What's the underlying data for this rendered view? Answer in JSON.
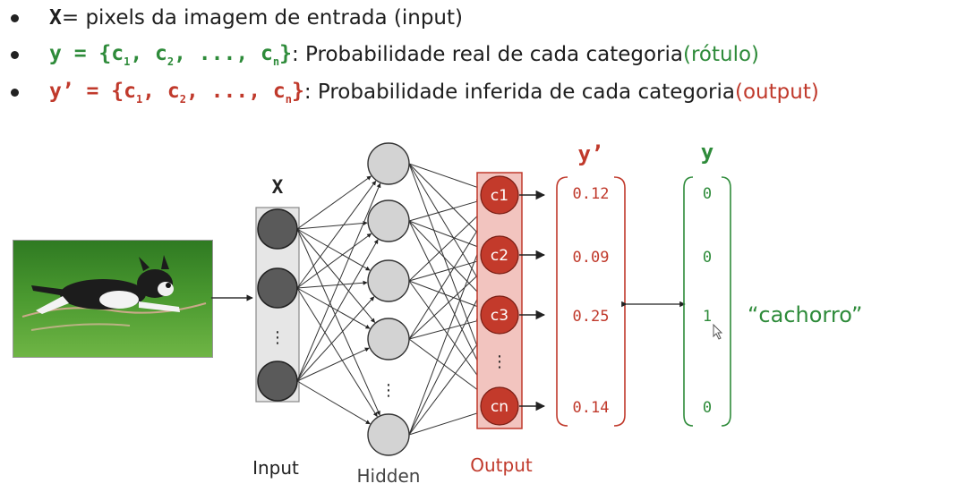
{
  "bullets": {
    "line1": {
      "var": "X",
      "text": " = pixels da imagem de entrada (input)"
    },
    "line2": {
      "lhs": "y = {c",
      "s1": "1",
      "m1": ", c",
      "s2": "2",
      "m2": ", ..., c",
      "s3": "n",
      "rhs": "}",
      "text": ": Probabilidade real de cada categoria ",
      "tag": "(rótulo)"
    },
    "line3": {
      "lhs": "y’ = {c",
      "s1": "1",
      "m1": ", c",
      "s2": "2",
      "m2": ", ..., c",
      "s3": "n",
      "rhs": "}",
      "text": ": Probabilidade inferida de cada categoria ",
      "tag": "(output)"
    }
  },
  "diagram": {
    "input_var_label": "X",
    "yprime_header": "y’",
    "y_header": "y",
    "ellipsis": "⋮",
    "output_nodes": [
      "c1",
      "c2",
      "c3",
      "cn"
    ],
    "yprime_values": [
      "0.12",
      "0.09",
      "0.25",
      "0.14"
    ],
    "y_values": [
      "0",
      "0",
      "1",
      "0"
    ],
    "class_label": "“cachorro”",
    "layer_labels": {
      "input": "Input",
      "hidden": "Hidden",
      "output": "Output"
    }
  },
  "colors": {
    "green": "#2e8b3a",
    "red": "#c0392b",
    "output_node": "#c33a2b",
    "output_band": "#f2c4bf",
    "hidden_node": "#d3d3d3",
    "input_node": "#5a5a5a"
  },
  "icons": [
    "dog-photo",
    "mouse-cursor-icon"
  ]
}
